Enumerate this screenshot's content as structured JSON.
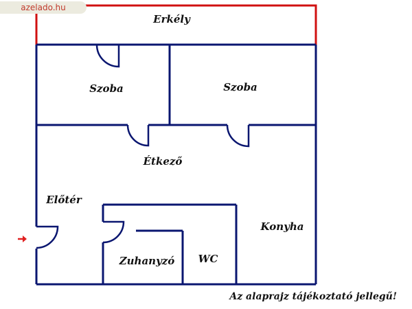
{
  "watermark": "azelado.hu",
  "colors": {
    "wall": "#0a1670",
    "balcony": "#d01010",
    "entry_arrow": "#e02020",
    "text": "#111111"
  },
  "rooms": {
    "erkely": "Erkély",
    "szoba_left": "Szoba",
    "szoba_right": "Szoba",
    "etkezo": "Étkező",
    "eloter": "Előtér",
    "konyha": "Konyha",
    "zuhanyzo": "Zuhanyzó",
    "wc": "WC"
  },
  "note": "Az alaprajz tájékoztató jellegű!",
  "icons": {
    "entry": "entry-arrow-icon"
  }
}
